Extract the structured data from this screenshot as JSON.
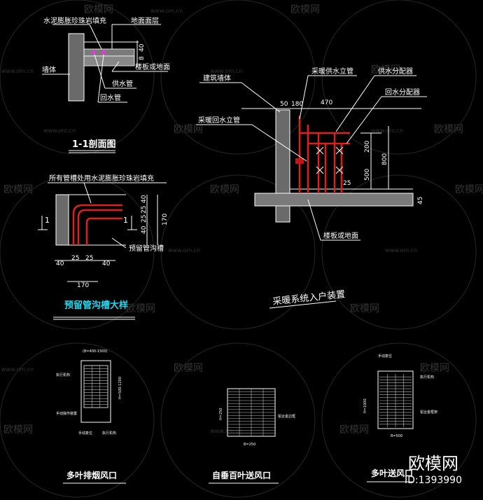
{
  "watermark": {
    "site": "www.om.cn",
    "brand": "欧模网",
    "logo_text": "欧模网",
    "id_text": "ID:1393990"
  },
  "section_1_1": {
    "title": "1-1剖面图",
    "label_fill": "水泥膨胀珍珠岩填充",
    "label_floor_top": "地面面层",
    "label_wall": "墙体",
    "label_slab": "楼板或地面",
    "label_supply": "供水管",
    "label_return": "回水管",
    "dim_40": "40",
    "dim_8": "8"
  },
  "trench": {
    "title": "预留管沟槽大样",
    "label_fill_all": "所有管槽处用水泥膨胀珍珠岩填充",
    "label_groove": "预留管沟槽",
    "section_mark": "1",
    "dims_right": [
      "40",
      "25",
      "25",
      "40"
    ],
    "dim_170v": "170",
    "dims_bottom": [
      "40",
      "25",
      "25",
      "40"
    ],
    "dim_170h": "170"
  },
  "entry": {
    "title": "采暖系统入户装置",
    "label_wall": "建筑墙体",
    "label_supply_riser": "采暖供水立管",
    "label_supply_manifold": "供水分配器",
    "label_return_manifold": "回水分配器",
    "label_return_riser": "采暖回水立管",
    "label_slab": "楼板或地面",
    "dim_50": "50",
    "dim_180": "180",
    "dim_470": "470",
    "dim_200": "200",
    "dim_500": "500",
    "dim_800": "800",
    "dim_25": "25",
    "dim_45": "45"
  },
  "vents": {
    "exhaust": {
      "title": "多叶排烟风口",
      "size_top": "(B=400-1500)",
      "size_side": "H=500-1200",
      "labels": [
        "执行机构",
        "手动操作装置",
        "手动复位",
        "执行机构"
      ]
    },
    "supply_louver": {
      "title": "自垂百叶送风口",
      "size_side": "H=250",
      "size_bottom": "B=250",
      "label_frame": "铝合金边框"
    },
    "supply_multi": {
      "title": "多叶送风口",
      "size_bottom": "B=500",
      "size_side": "H=1000",
      "labels": [
        "手动复位",
        "执行机构",
        "铝合金框架"
      ]
    }
  }
}
